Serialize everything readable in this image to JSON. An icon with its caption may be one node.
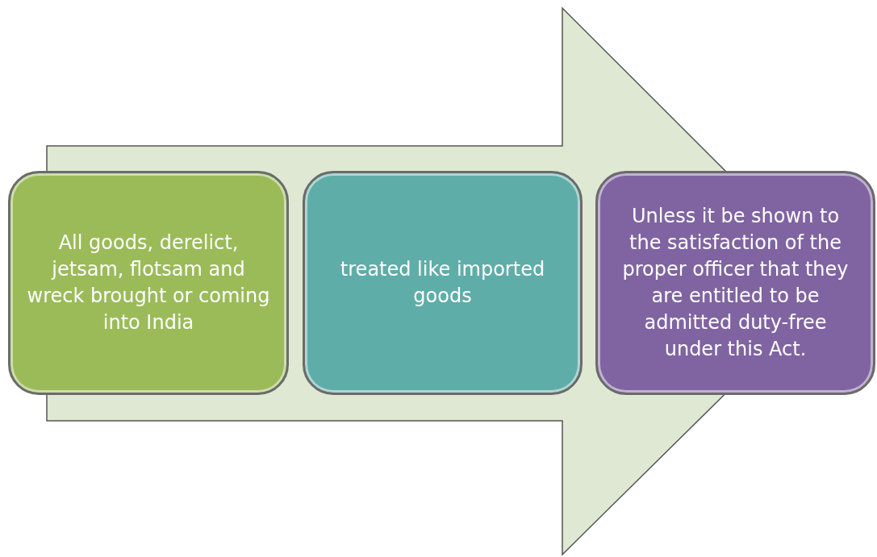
{
  "diagram": {
    "nodes": [
      {
        "text": [
          "All goods, derelict, jetsam, flotsam and wreck brought or coming into India"
        ]
      },
      {
        "text": [
          "treated like imported goods"
        ]
      },
      {
        "text": [
          "Unless it be shown to the satisfaction of the proper officer that they are entitled to be admitted duty-free under this Act."
        ]
      }
    ],
    "edges": [
      {
        "from": 0,
        "to": 2,
        "arrow": "to"
      }
    ]
  }
}
